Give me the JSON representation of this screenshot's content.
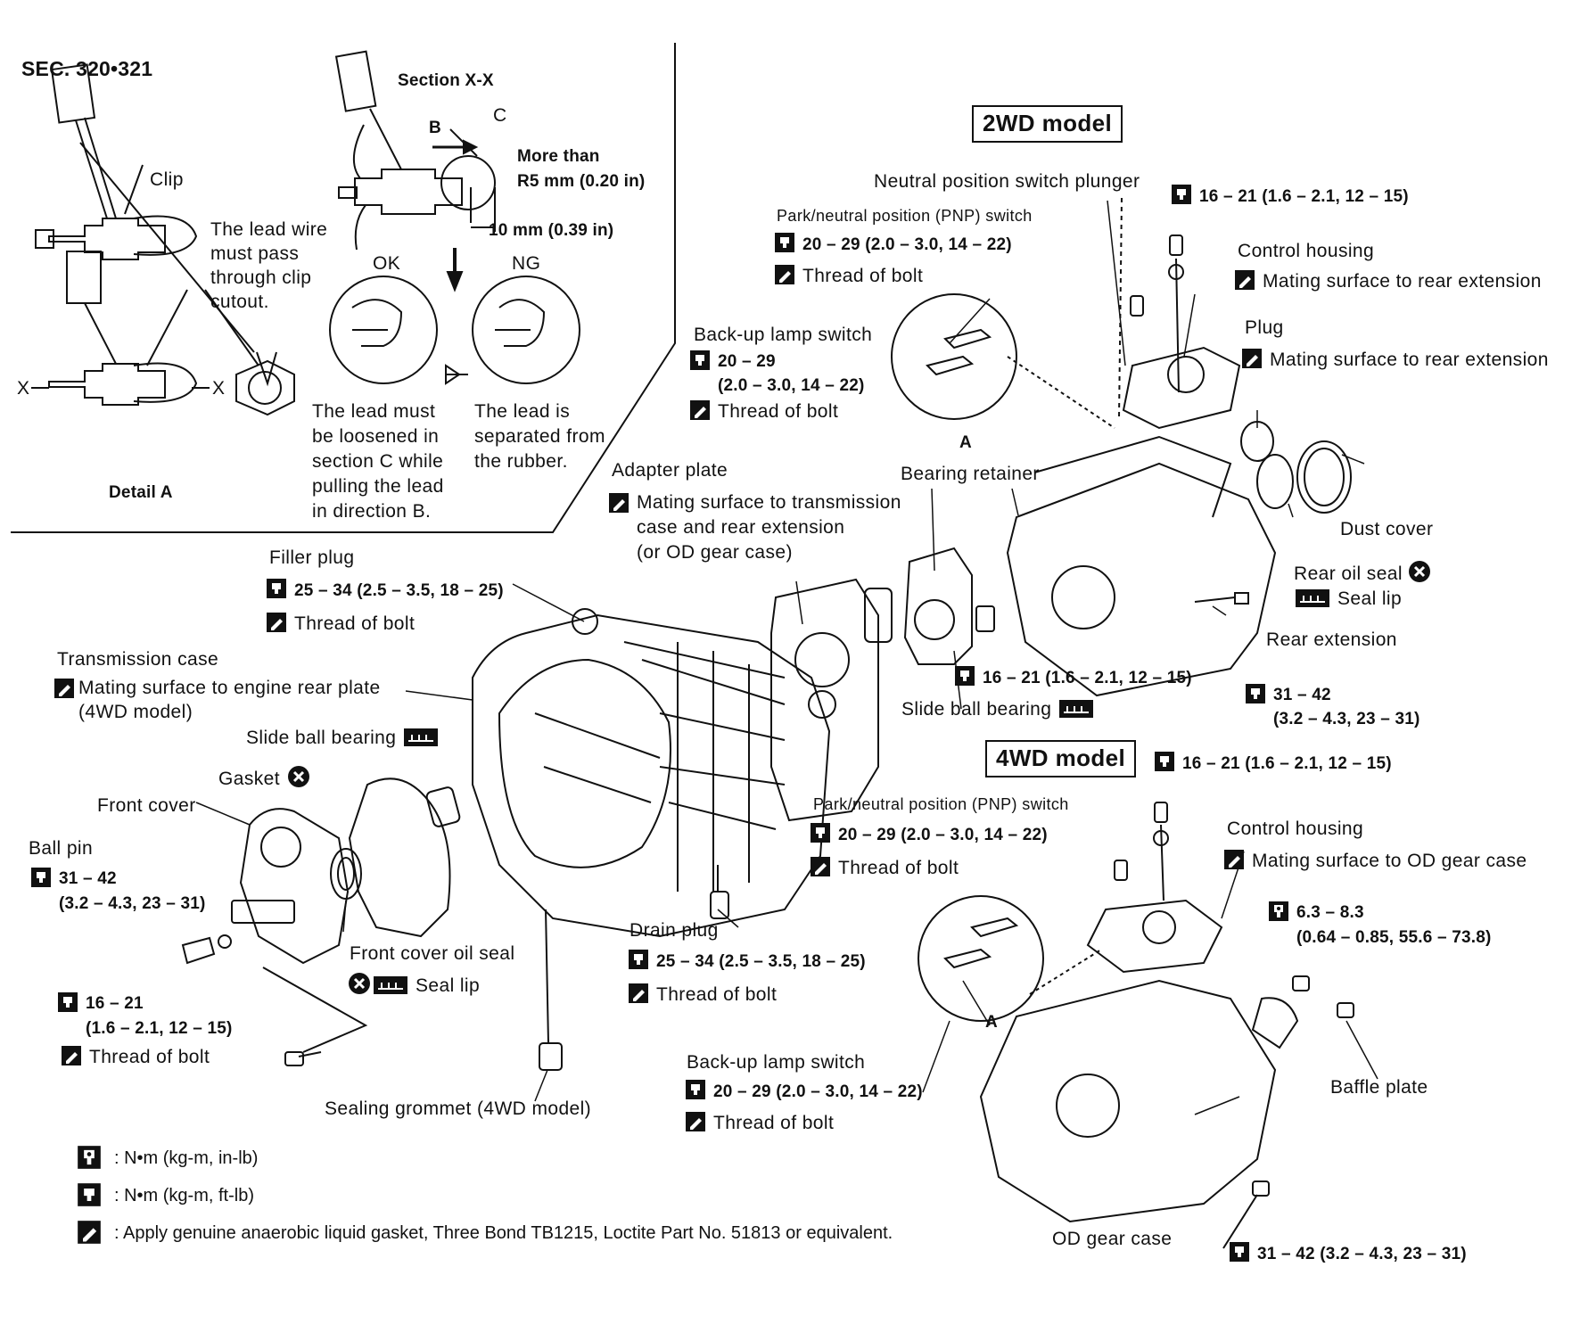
{
  "sec": "SEC. 320•321",
  "detail": {
    "clip": "Clip",
    "lead_wire": "The lead wire\nmust pass\nthrough clip\ncutout.",
    "x_left": "X",
    "x_right": "X",
    "title": "Detail A"
  },
  "section": {
    "title": "Section X-X",
    "b": "B",
    "c": "C",
    "more_than": "More than\nR5 mm (0.20 in)",
    "ten_mm": "10 mm (0.39 in)",
    "ok": "OK",
    "ng": "NG",
    "ok_note": "The lead must\nbe loosened in\nsection C while\npulling the lead\nin direction B.",
    "ng_note": "The lead is\nseparated from\nthe rubber."
  },
  "two_wd": {
    "title": "2WD model",
    "neutral_plunger": "Neutral position switch plunger",
    "pnp_switch": "Park/neutral position (PNP) switch",
    "pnp_torque": "20 – 29 (2.0 – 3.0, 14 – 22)",
    "pnp_thread": "Thread of bolt",
    "backup_lamp": "Back-up lamp switch",
    "backup_torque": "20 – 29\n(2.0 – 3.0, 14 – 22)",
    "backup_thread": "Thread of bolt",
    "top_torque": "16 – 21 (1.6 – 2.1, 12 – 15)",
    "control_housing": "Control housing",
    "control_mating": "Mating surface to rear extension",
    "plug": "Plug",
    "plug_mating": "Mating surface to rear extension",
    "bearing_retainer": "Bearing retainer",
    "dust_cover": "Dust cover",
    "rear_oil_seal": "Rear oil seal",
    "seal_lip": "Seal lip",
    "rear_extension": "Rear extension",
    "retainer_torque": "16 – 21 (1.6 – 2.1, 12 – 15)",
    "ext_torque": "31 – 42\n(3.2 – 4.3, 23 – 31)",
    "slide_ball": "Slide ball bearing",
    "a": "A"
  },
  "main": {
    "adapter_plate": "Adapter plate",
    "adapter_mating": "Mating surface to transmission\ncase and rear extension\n(or OD gear case)",
    "filler_plug": "Filler plug",
    "filler_torque": "25 – 34 (2.5 – 3.5, 18 – 25)",
    "filler_thread": "Thread of bolt",
    "trans_case": "Transmission case",
    "trans_mating": "Mating surface to engine rear plate\n(4WD model)",
    "slide_ball": "Slide ball bearing",
    "gasket": "Gasket",
    "front_cover": "Front cover",
    "ball_pin": "Ball pin",
    "ball_pin_torque": "31 – 42\n(3.2 – 4.3, 23 – 31)",
    "front_oil_seal": "Front cover oil seal",
    "front_seal_lip": "Seal lip",
    "bolt_torque": "16 – 21\n(1.6 – 2.1, 12 – 15)",
    "bolt_thread": "Thread of bolt",
    "drain_plug": "Drain plug",
    "drain_torque": "25 – 34 (2.5 – 3.5, 18 – 25)",
    "drain_thread": "Thread of bolt",
    "sealing_grommet": "Sealing grommet (4WD model)"
  },
  "four_wd": {
    "title": "4WD model",
    "top_torque": "16 – 21 (1.6 – 2.1, 12 – 15)",
    "pnp_switch": "Park/neutral position (PNP) switch",
    "pnp_torque": "20 – 29 (2.0 – 3.0, 14 – 22)",
    "pnp_thread": "Thread of bolt",
    "control_housing": "Control housing",
    "control_mating": "Mating surface to OD gear case",
    "baffle_torque": "6.3 – 8.3\n(0.64 – 0.85, 55.6 – 73.8)",
    "baffle_plate": "Baffle plate",
    "backup_lamp": "Back-up lamp switch",
    "backup_torque": "20 – 29 (2.0 – 3.0, 14 – 22)",
    "backup_thread": "Thread of bolt",
    "od_gear_case": "OD gear case",
    "od_torque": "31 – 42 (3.2 – 4.3, 23 – 31)",
    "a": "A"
  },
  "legend": {
    "in_lb": ": N•m (kg-m, in-lb)",
    "ft_lb": ": N•m (kg-m, ft-lb)",
    "sealant": ": Apply genuine anaerobic liquid gasket, Three Bond TB1215, Loctite Part No. 51813 or equivalent."
  }
}
